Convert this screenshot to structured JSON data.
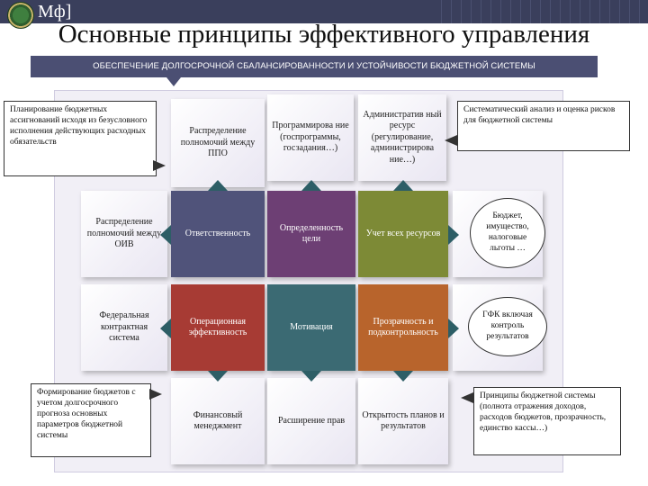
{
  "header": {
    "brand": "Мф]"
  },
  "title": "Основные принципы эффективного управления",
  "banner": "ОБЕСПЕЧЕНИЕ ДОЛГОСРОЧНОЙ СБАЛАНСИРОВАННОСТИ И УСТОЙЧИВОСТИ БЮДЖЕТНОЙ СИСТЕМЫ",
  "grid": {
    "top": {
      "raspredelenie_ppo": "Распределение полномочий между ППО",
      "programmirovanie": "Программирова ние (госпрограммы, госзадания…)",
      "admin_resurs": "Административ ный ресурс (регулирование, администрирова ние…)"
    },
    "row2": {
      "raspredelenie_oiv": "Распределение полномочий между ОИВ",
      "otvetstvennost": "Ответственность",
      "opredelennost": "Определенность цели",
      "uchet": "Учет всех ресурсов"
    },
    "row3": {
      "federalnaya": "Федеральная контрактная система",
      "operacionnaya": "Операционная эффективность",
      "motivaciya": "Мотивация",
      "prozrachnost": "Прозрачность и подконтрольность"
    },
    "bottom": {
      "finmenedzhment": "Финансовый менеджмент",
      "rasshirenie": "Расширение прав",
      "otkrytost": "Открытость планов и результатов"
    }
  },
  "callouts": {
    "planirovanie": "Планирование бюджетных ассигнований исходя из безусловного исполнения действующих расходных обязательств",
    "analiz": "Систематический анализ и оценка рисков для бюджетной системы",
    "byudzhet": "Бюджет, имущество, налоговые льготы …",
    "gfk": "ГФК включая контроль результатов",
    "formirovanie": "Формирование бюджетов с учетом долгосрочного прогноза основных параметров бюджетной системы",
    "principy": "Принципы бюджетной системы (полнота отражения доходов, расходов бюджетов, прозрачность, единство кассы…)"
  }
}
